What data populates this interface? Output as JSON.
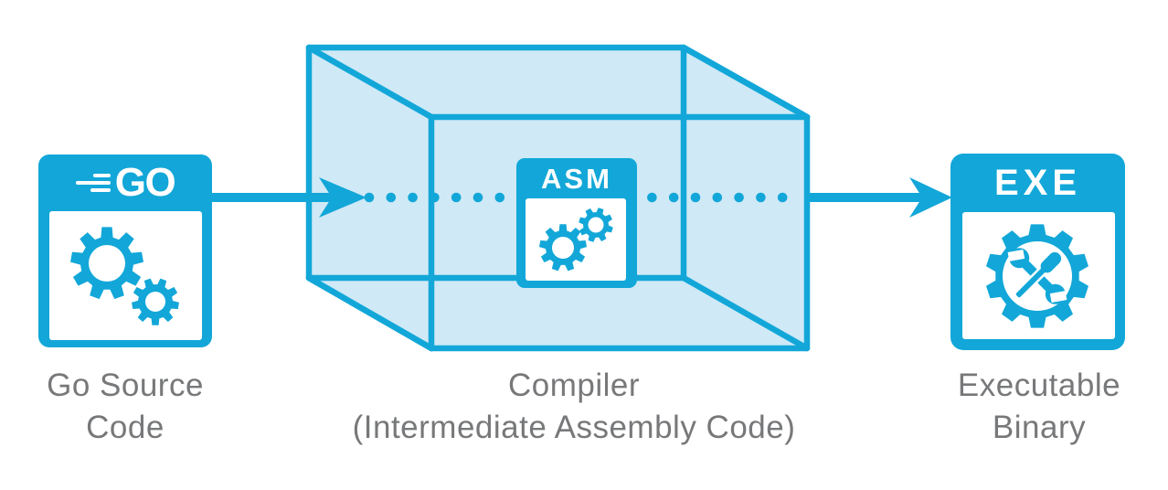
{
  "colors": {
    "primary": "#12a7d8",
    "cube-fill": "#cfe9f6",
    "label": "#77787a",
    "badge-text": "#ffffff",
    "background": "#ffffff"
  },
  "nodes": [
    {
      "id": "go-source",
      "badge": "GO",
      "icon": "gears-icon",
      "label": "Go Source\nCode"
    },
    {
      "id": "compiler",
      "badge": "ASM",
      "icon": "gear-pair-icon",
      "label": "Compiler\n(Intermediate Assembly Code)"
    },
    {
      "id": "executable-binary",
      "badge": "EXE",
      "icon": "gear-and-tools-icon",
      "label": "Executable\nBinary"
    }
  ],
  "connectors": [
    {
      "from": "go-source",
      "to": "compiler",
      "style": "solid-arrow"
    },
    {
      "through": "compiler",
      "style": "dotted-line"
    },
    {
      "from": "compiler",
      "to": "executable-binary",
      "style": "solid-arrow"
    }
  ]
}
